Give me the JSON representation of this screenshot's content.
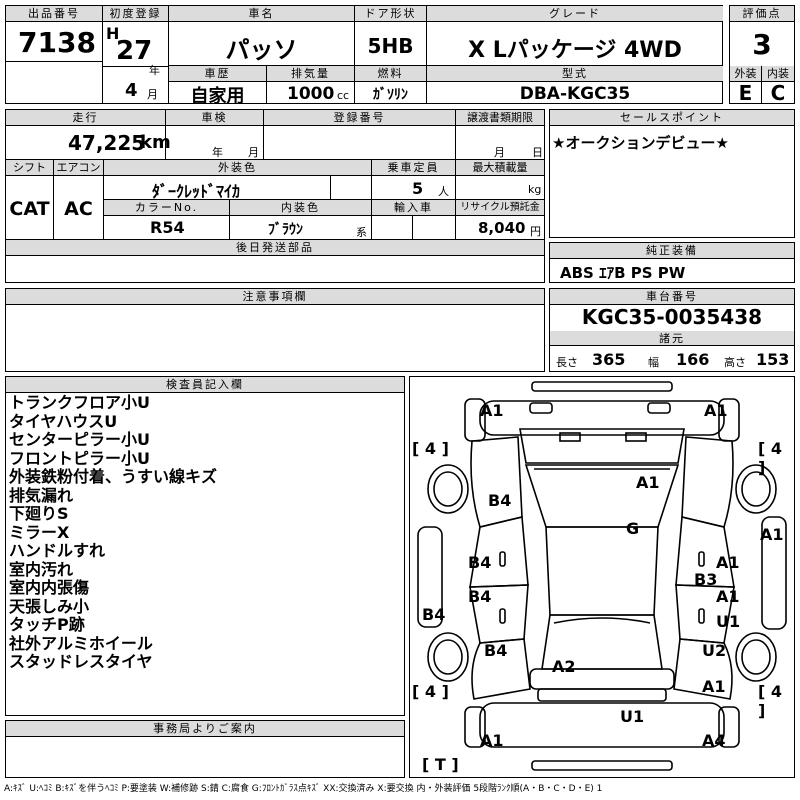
{
  "header": {
    "lot_no_label": "出品番号",
    "lot_no": "7138",
    "first_reg_label": "初度登録",
    "era": "H",
    "year": "27",
    "year_unit": "年",
    "month": "4",
    "month_unit": "月",
    "car_name_label": "車名",
    "car_name": "パッソ",
    "doors_label": "ドア形状",
    "doors": "5HB",
    "grade_label": "グレード",
    "grade": "X Lパッケージ 4WD",
    "score_label": "評価点",
    "score": "3",
    "history_label": "車歴",
    "history": "自家用",
    "displacement_label": "排気量",
    "displacement": "1000",
    "displacement_unit": "cc",
    "fuel_label": "燃料",
    "fuel": "ｶﾞｿﾘﾝ",
    "model_label": "型式",
    "model": "DBA-KGC35",
    "ext_label": "外装",
    "ext": "E",
    "int_label": "内装",
    "int": "C"
  },
  "info": {
    "mileage_label": "走行",
    "mileage": "47,225",
    "mileage_unit": "km",
    "inspection_label": "車検",
    "insp_year_unit": "年",
    "insp_month_unit": "月",
    "reg_no_label": "登録番号",
    "transfer_label": "譲渡書類期限",
    "transfer_month_unit": "月",
    "transfer_day_unit": "日",
    "shift_label": "シフト",
    "shift": "CAT",
    "ac_label": "エアコン",
    "ac": "AC",
    "color_label": "外装色",
    "color": "ﾀﾞｰｸﾚｯﾄﾞﾏｲｶ",
    "seats_label": "乗車定員",
    "seats": "5",
    "seats_unit": "人",
    "load_label": "最大積載量",
    "load_unit": "kg",
    "color_no_label": "カラーNo.",
    "color_no": "R54",
    "int_color_label": "内装色",
    "int_color": "ﾌﾞﾗｳﾝ",
    "int_color_unit": "系",
    "import_label": "輸入車",
    "recycle_label": "リサイクル預託金",
    "recycle": "8,040",
    "recycle_unit": "円",
    "later_parts_label": "後日発送部品"
  },
  "selling_points": {
    "label": "セールスポイント",
    "text": "★オークションデビュー★"
  },
  "equipment": {
    "label": "純正装備",
    "text": "ABS ｴｱB PS PW"
  },
  "notes": {
    "label": "注意事項欄"
  },
  "chassis": {
    "label": "車台番号",
    "number": "KGC35-0035438",
    "dims_label": "諸元",
    "length_label": "長さ",
    "length": "365",
    "width_label": "幅",
    "width": "166",
    "height_label": "高さ",
    "height": "153"
  },
  "inspector": {
    "label": "検査員記入欄",
    "lines": [
      "トランクフロア小U",
      "タイヤハウスU",
      "センターピラー小U",
      "フロントピラー小U",
      "外装鉄粉付着、うすい線キズ",
      "排気漏れ",
      "下廻りS",
      "ミラーX",
      "ハンドルすれ",
      "室内汚れ",
      "室内内張傷",
      "天張しみ小",
      "タッチP跡",
      "社外アルミホイール",
      "スタッドレスタイヤ"
    ]
  },
  "office": {
    "label": "事務局よりご案内"
  },
  "diagram": {
    "tire_depth": "4",
    "spare_label": "T",
    "marks": [
      "A1",
      "A1",
      "A1",
      "B4",
      "G",
      "A1",
      "B4",
      "A1",
      "B3",
      "B4",
      "A1",
      "B4",
      "U1",
      "B4",
      "A2",
      "U2",
      "A1",
      "U1",
      "A1",
      "A4"
    ]
  },
  "legend": "A:ｷｽﾞ U:ﾍｺﾐ B:ｷｽﾞを伴うﾍｺﾐ P:要塗装 W:補修跡 S:錆 C:腐食 G:ﾌﾛﾝﾄｶﾞﾗｽ点ｷｽﾞ XX:交換済み X:要交換 内・外装評価 5段階ﾗﾝｸ順(A・B・C・D・E) 1"
}
